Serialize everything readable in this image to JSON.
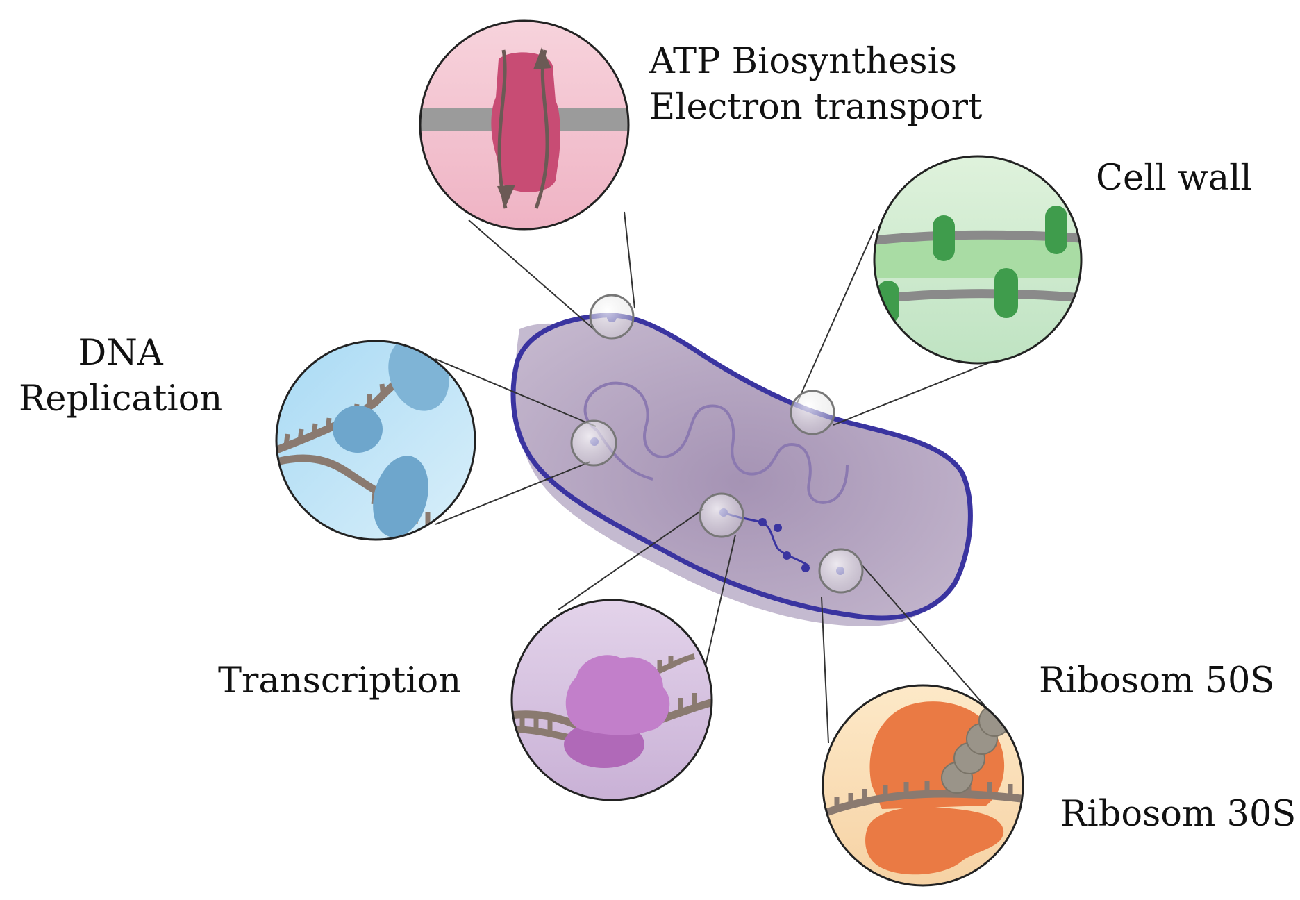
{
  "labels": {
    "atp_line1": "ATP Biosynthesis",
    "atp_line2": "Electron transport",
    "cell_wall": "Cell wall",
    "dna_line1": "DNA",
    "dna_line2": "Replication",
    "transcription": "Transcription",
    "ribosome_50s": "Ribosom 50S",
    "ribosome_30s": "Ribosom 30S"
  },
  "colors": {
    "cell_body": "#b3a2bf",
    "cell_membrane": "#3a34a0",
    "atp_bg": "#f4c4d0",
    "atp_protein": "#c84c74",
    "cell_wall_bg": "#cfeacf",
    "cell_wall_protein": "#3f9c4c",
    "dna_bg": "#bfe2f4",
    "dna_protein": "#6ea6cc",
    "transcription_bg": "#dcc6e6",
    "transcription_protein": "#b77ac2",
    "ribosome_bg": "#fbe4c2",
    "ribosome_protein": "#ea7a44",
    "nucleic_acid": "#8a7a70"
  }
}
